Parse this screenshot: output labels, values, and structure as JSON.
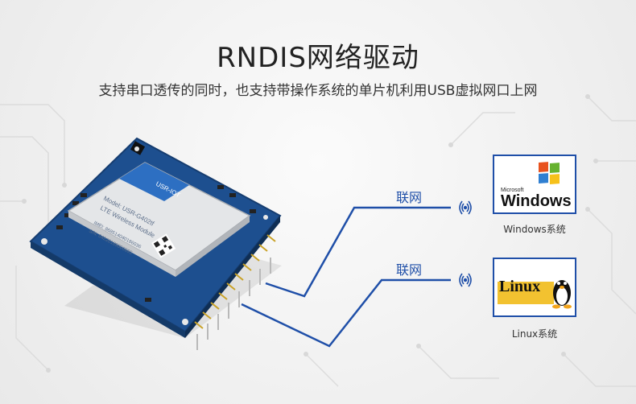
{
  "header": {
    "title": "RNDIS网络驱动",
    "subtitle": "支持串口透传的同时，也支持带操作系统的单片机利用USB虚拟网口上网"
  },
  "links": [
    {
      "label": "联网"
    },
    {
      "label": "联网"
    }
  ],
  "systems": [
    {
      "caption": "Windows系统",
      "logo_small": "Microsoft",
      "logo_big": "Windows"
    },
    {
      "caption": "Linux系统",
      "logo_text": "Linux"
    }
  ],
  "module": {
    "brand": "USR-IOT",
    "model": "Model: USR-G402tf",
    "desc": "LTE Wireless Module",
    "imei": "IMEI: 868514040186036",
    "sn": "S/N: 04220189000695"
  },
  "colors": {
    "accent": "#1f4fa8",
    "board": "#1d4f8f",
    "module": "#e6e8ea"
  }
}
